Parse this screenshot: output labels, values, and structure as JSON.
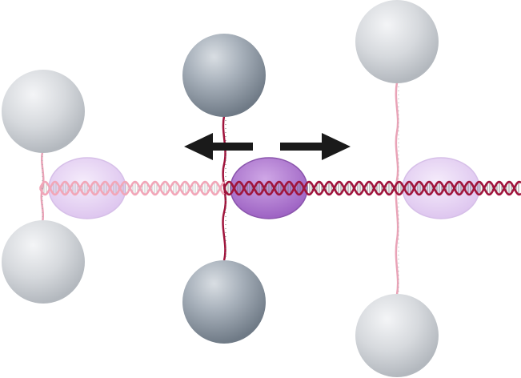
{
  "diagram": {
    "description_visible_text": "",
    "colors": {
      "ball_light": "#cfd3d8",
      "ball_dark": "#8e98a3",
      "protein_light": "#e6d3f2",
      "protein_dark": "#a36bc7",
      "dna_light": "#f2a6b8",
      "dna_dark": "#a0143c",
      "arrow": "#1a1a1a"
    },
    "panels": [
      {
        "id": "left",
        "state": "pale"
      },
      {
        "id": "center",
        "state": "active"
      },
      {
        "id": "right",
        "state": "pale"
      }
    ],
    "arrows": [
      {
        "direction": "left"
      },
      {
        "direction": "right"
      }
    ]
  }
}
